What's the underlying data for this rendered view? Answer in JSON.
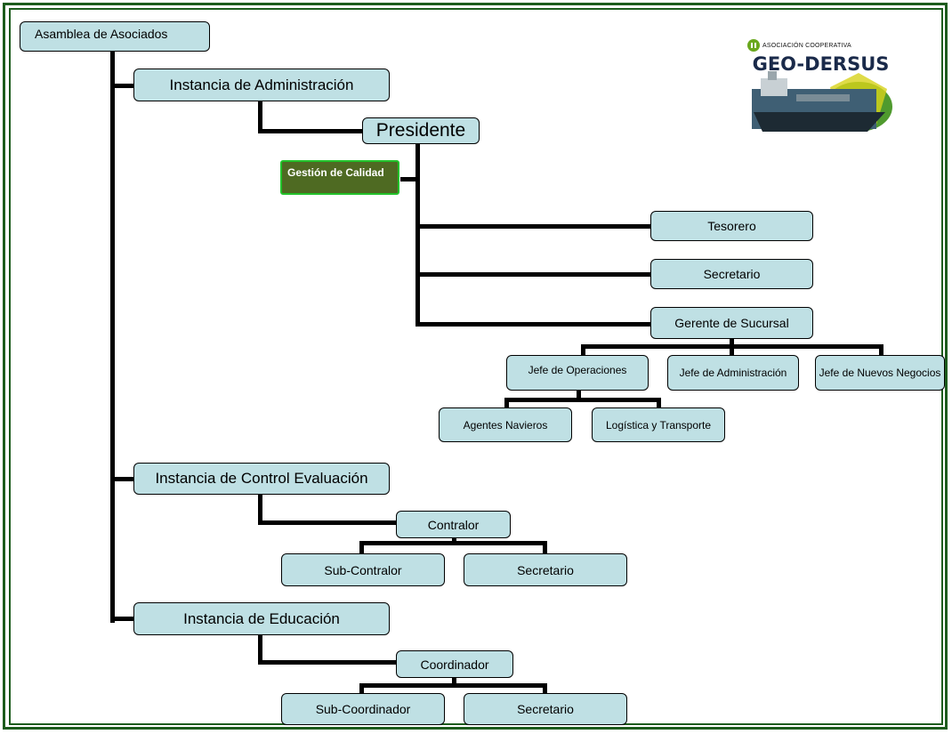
{
  "logo": {
    "org_line": "ASOCIACIÓN COOPERATIVA",
    "name": "GEO-DERSUS"
  },
  "nodes": {
    "asamblea": "Asamblea de Asociados",
    "admin": "Instancia de Administración",
    "presidente": "Presidente",
    "calidad": "Gestión de Calidad",
    "tesorero": "Tesorero",
    "secretario_admin": "Secretario",
    "gerente": "Gerente de Sucursal",
    "jefe_operaciones": "Jefe de Operaciones",
    "jefe_administracion": "Jefe de Administración",
    "jefe_nuevos": "Jefe de Nuevos Negocios",
    "agentes": "Agentes Navieros",
    "logistica": "Logística y Transporte",
    "control": "Instancia de Control  Evaluación",
    "contralor": "Contralor",
    "subcontralor": "Sub-Contralor",
    "secretario_control": "Secretario",
    "educacion": "Instancia de Educación",
    "coordinador": "Coordinador",
    "subcoordinador": "Sub-Coordinador",
    "secretario_educacion": "Secretario"
  }
}
